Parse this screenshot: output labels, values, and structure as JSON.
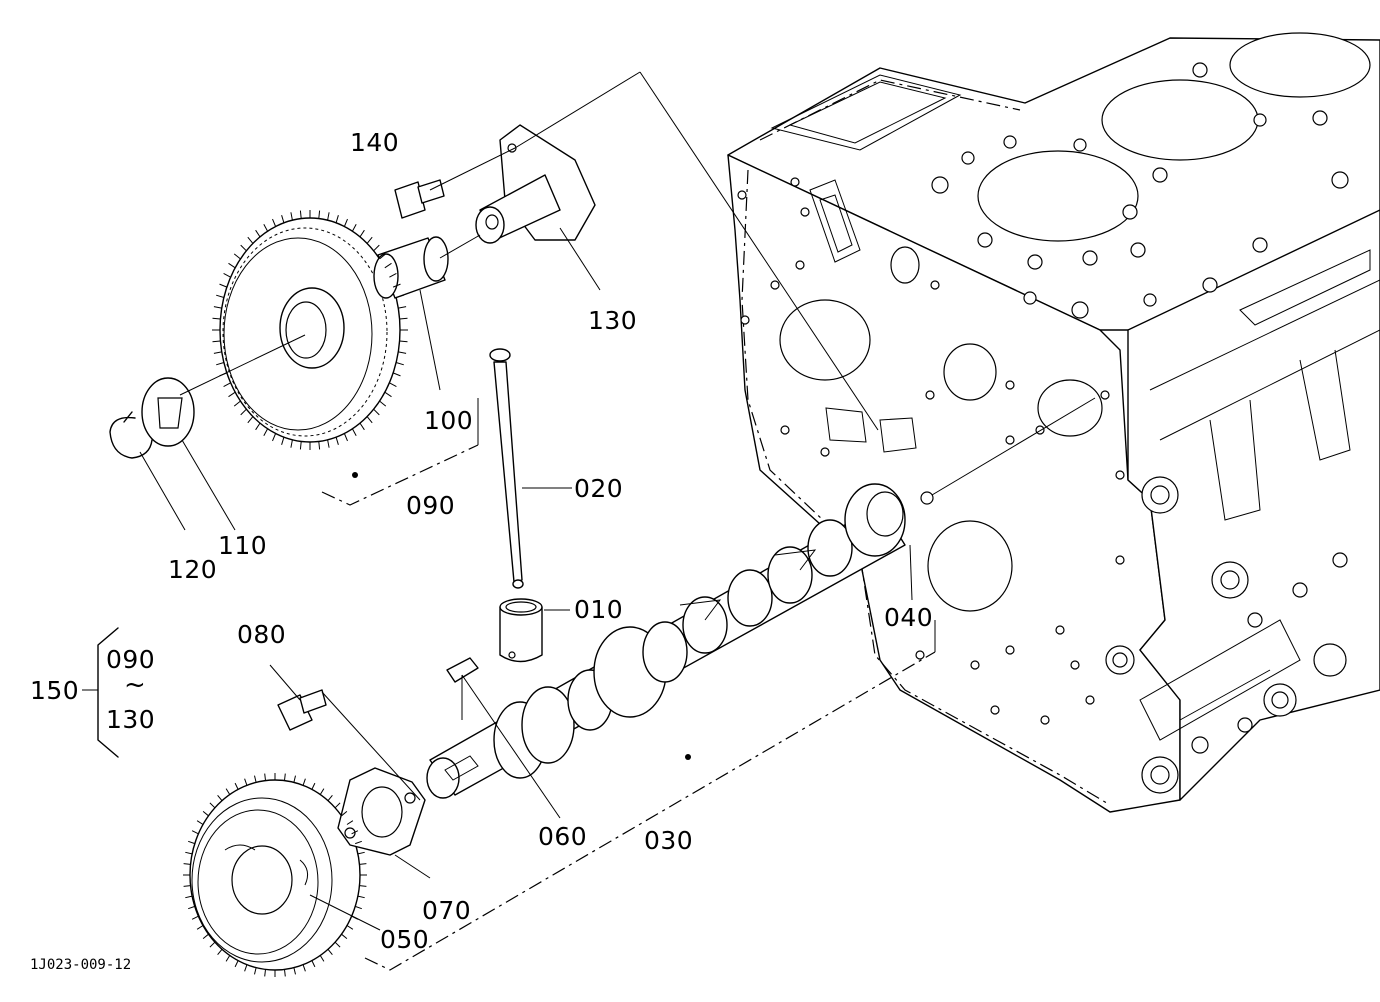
{
  "diagram_code": "1J023-009-12",
  "callouts": {
    "p140": "140",
    "p130": "130",
    "p100": "100",
    "p090": "090",
    "p110": "110",
    "p120": "120",
    "p020": "020",
    "p010": "010",
    "p040": "040",
    "p080": "080",
    "p060": "060",
    "p030": "030",
    "p070": "070",
    "p050": "050"
  },
  "group": {
    "label": "150",
    "range_start": "090",
    "range_symbol": "~",
    "range_end": "130"
  }
}
